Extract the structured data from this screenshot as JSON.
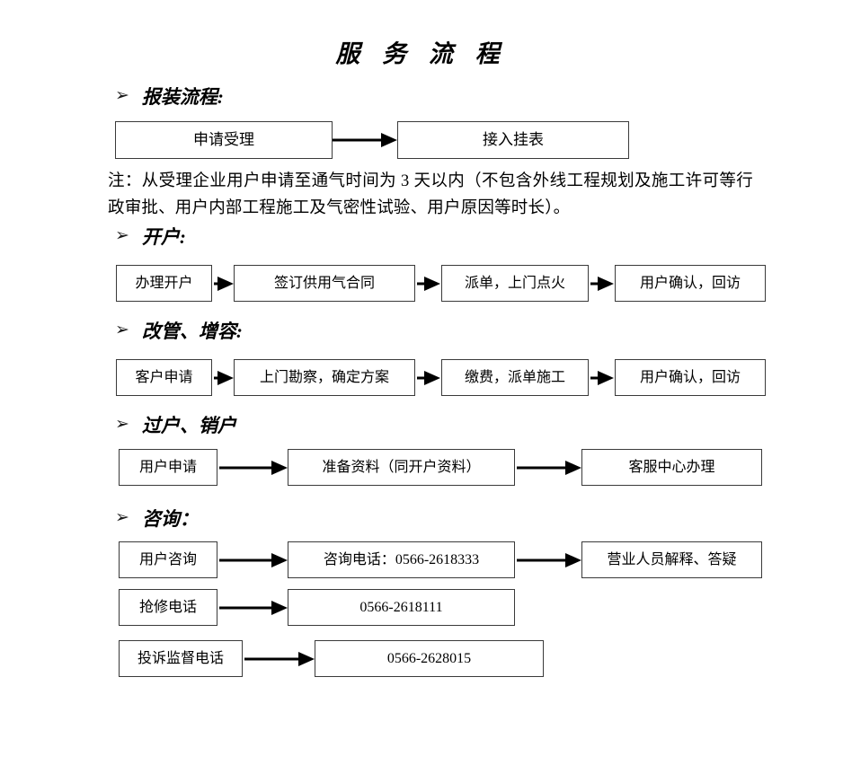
{
  "document": {
    "title": "服 务 流 程",
    "bullet_glyph": "➢"
  },
  "sections": [
    {
      "heading": "报装流程:",
      "boxes": [
        "申请受理",
        "接入挂表"
      ],
      "note": "注：从受理企业用户申请至通气时间为 3 天以内（不包含外线工程规划及施工许可等行政审批、用户内部工程施工及气密性试验、用户原因等时长）。"
    },
    {
      "heading": "开户:",
      "boxes": [
        "办理开户",
        "签订供用气合同",
        "派单，上门点火",
        "用户确认，回访"
      ]
    },
    {
      "heading": "改管、增容:",
      "boxes": [
        "客户申请",
        "上门勘察，确定方案",
        "缴费，派单施工",
        "用户确认，回访"
      ]
    },
    {
      "heading": "过户、销户",
      "boxes": [
        "用户申请",
        "准备资料（同开户资料）",
        "客服中心办理"
      ]
    },
    {
      "heading": "咨询：",
      "rows": [
        [
          "用户咨询",
          "咨询电话：0566-2618333",
          "营业人员解释、答疑"
        ],
        [
          "抢修电话",
          "0566-2618111"
        ],
        [
          "投诉监督电话",
          "0566-2628015"
        ]
      ]
    }
  ],
  "phones": {
    "consult": "0566-2618333",
    "repair": "0566-2618111",
    "complaint": "0566-2628015"
  }
}
